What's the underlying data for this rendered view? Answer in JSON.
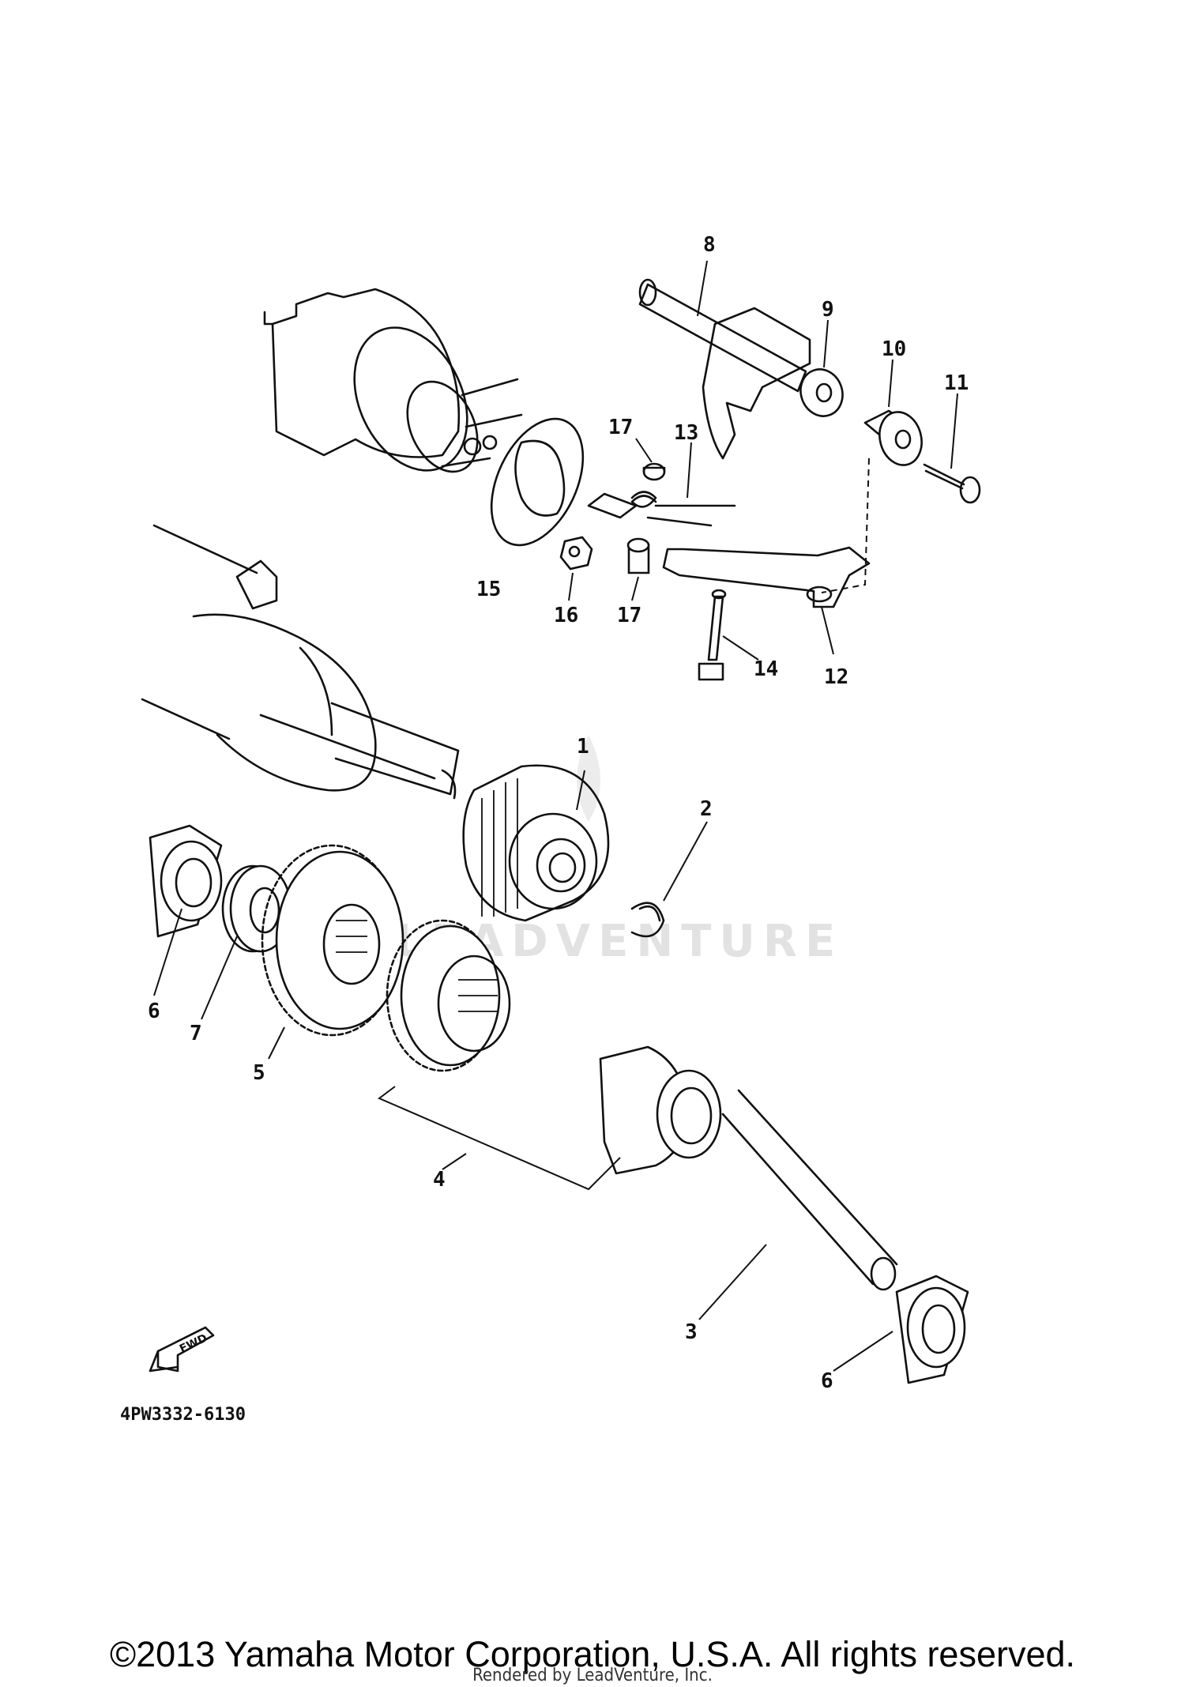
{
  "diagram": {
    "code": "4PW3332-6130",
    "fwd_label": "FWD",
    "watermark": "LEADVENTURE",
    "callouts": {
      "c1": "1",
      "c2": "2",
      "c3": "3",
      "c4": "4",
      "c5": "5",
      "c6a": "6",
      "c6b": "6",
      "c7": "7",
      "c8": "8",
      "c9": "9",
      "c10": "10",
      "c11": "11",
      "c12": "12",
      "c13": "13",
      "c14": "14",
      "c15": "15",
      "c16": "16",
      "c17a": "17",
      "c17b": "17"
    }
  },
  "footer": {
    "copyright": "©2013 Yamaha Motor Corporation, U.S.A. All rights reserved.",
    "rendered_by": "Rendered by LeadVenture, Inc."
  }
}
